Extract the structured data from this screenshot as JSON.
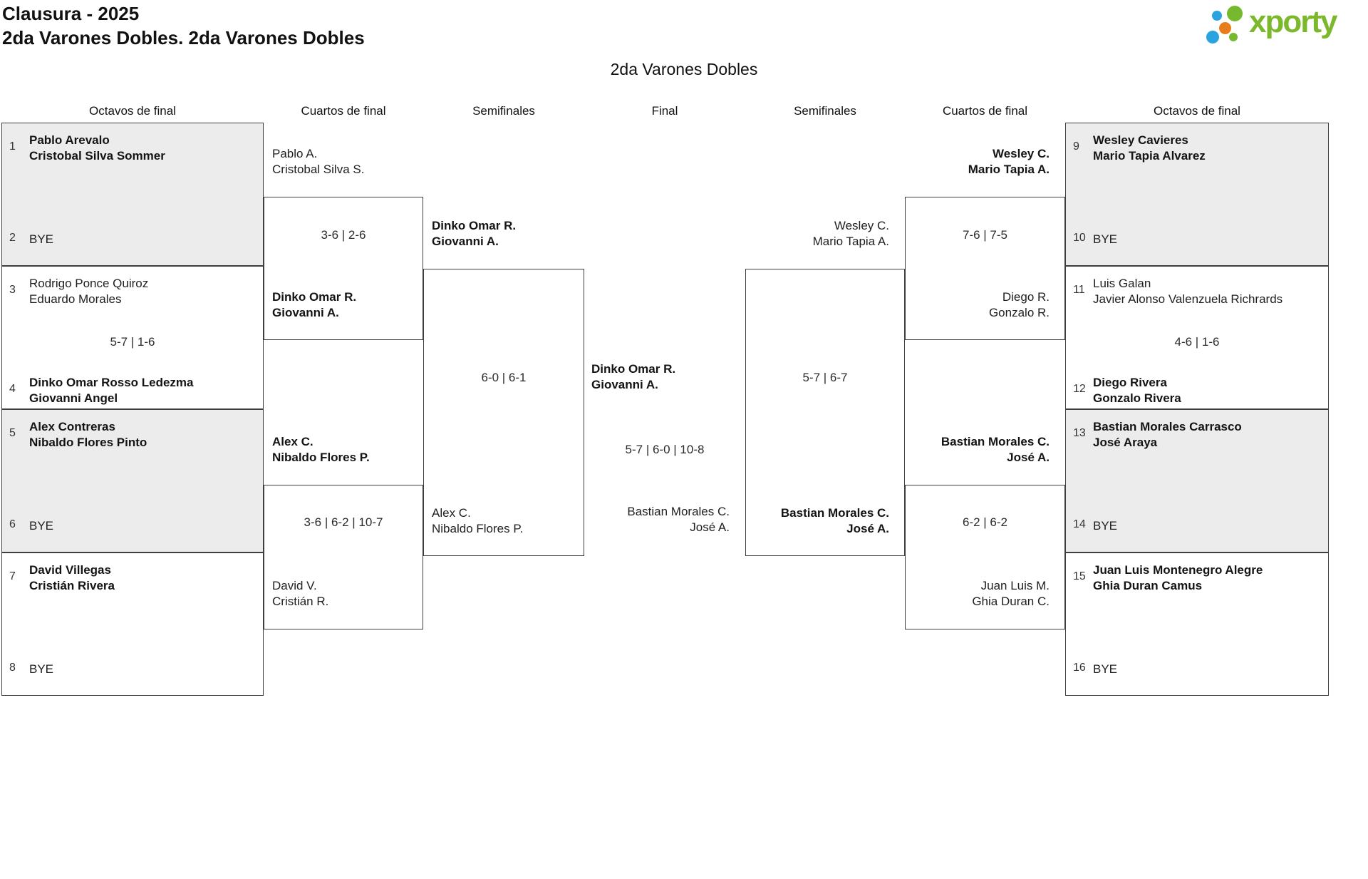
{
  "page": {
    "title_line1": "Clausura - 2025",
    "title_line2": "2da Varones Dobles. 2da Varones Dobles",
    "bracket_title": "2da Varones Dobles",
    "logo": {
      "text": "xporty"
    }
  },
  "rounds": [
    "Octavos de final",
    "Cuartos de final",
    "Semifinales",
    "Final",
    "Semifinales",
    "Cuartos de final",
    "Octavos de final"
  ],
  "colors": {
    "logo_green": "#76b82e",
    "logo_orange": "#e87d1e",
    "logo_blue": "#29a4df",
    "box_gray": "#ececec",
    "line": "#3f3f3f"
  },
  "bracket": {
    "octavos_left": [
      {
        "seed1": "1",
        "team1": [
          "Pablo Arevalo",
          "Cristobal Silva Sommer"
        ],
        "team1_winner": true,
        "score": "",
        "seed2": "2",
        "team2": [
          "BYE"
        ],
        "team2_winner": false
      },
      {
        "seed1": "3",
        "team1": [
          "Rodrigo Ponce Quiroz",
          "Eduardo Morales"
        ],
        "team1_winner": false,
        "score": "5-7 | 1-6",
        "seed2": "4",
        "team2": [
          "Dinko Omar Rosso Ledezma",
          "Giovanni Angel"
        ],
        "team2_winner": true
      },
      {
        "seed1": "5",
        "team1": [
          "Alex Contreras",
          "Nibaldo Flores Pinto"
        ],
        "team1_winner": true,
        "score": "",
        "seed2": "6",
        "team2": [
          "BYE"
        ],
        "team2_winner": false
      },
      {
        "seed1": "7",
        "team1": [
          "David Villegas",
          "Cristián Rivera"
        ],
        "team1_winner": true,
        "score": "",
        "seed2": "8",
        "team2": [
          "BYE"
        ],
        "team2_winner": false
      }
    ],
    "octavos_right": [
      {
        "seed1": "9",
        "team1": [
          "Wesley Cavieres",
          "Mario Tapia Alvarez"
        ],
        "team1_winner": true,
        "score": "",
        "seed2": "10",
        "team2": [
          "BYE"
        ],
        "team2_winner": false
      },
      {
        "seed1": "11",
        "team1": [
          "Luis Galan",
          "Javier Alonso Valenzuela Richrards"
        ],
        "team1_winner": false,
        "score": "4-6 | 1-6",
        "seed2": "12",
        "team2": [
          "Diego Rivera",
          "Gonzalo Rivera"
        ],
        "team2_winner": true
      },
      {
        "seed1": "13",
        "team1": [
          "Bastian Morales Carrasco",
          "José Araya"
        ],
        "team1_winner": true,
        "score": "",
        "seed2": "14",
        "team2": [
          "BYE"
        ],
        "team2_winner": false
      },
      {
        "seed1": "15",
        "team1": [
          "Juan Luis Montenegro Alegre",
          "Ghia Duran Camus"
        ],
        "team1_winner": true,
        "score": "",
        "seed2": "16",
        "team2": [
          "BYE"
        ],
        "team2_winner": false
      }
    ],
    "cuartos_left": [
      {
        "team1": [
          "Pablo A.",
          "Cristobal Silva S."
        ],
        "team1_winner": false,
        "score": "3-6 | 2-6",
        "team2": [
          "Dinko Omar R.",
          "Giovanni A."
        ],
        "team2_winner": true
      },
      {
        "team1": [
          "Alex C.",
          "Nibaldo Flores P."
        ],
        "team1_winner": true,
        "score": "3-6 | 6-2 | 10-7",
        "team2": [
          "David V.",
          "Cristián R."
        ],
        "team2_winner": false
      }
    ],
    "cuartos_right": [
      {
        "team1": [
          "Wesley C.",
          "Mario Tapia A."
        ],
        "team1_winner": true,
        "score": "7-6 | 7-5",
        "team2": [
          "Diego R.",
          "Gonzalo R."
        ],
        "team2_winner": false
      },
      {
        "team1": [
          "Bastian Morales C.",
          "José A."
        ],
        "team1_winner": true,
        "score": "6-2 | 6-2",
        "team2": [
          "Juan Luis M.",
          "Ghia Duran C."
        ],
        "team2_winner": false
      }
    ],
    "semifinal_left": {
      "team1": [
        "Dinko Omar R.",
        "Giovanni A."
      ],
      "team1_winner": true,
      "score": "6-0 | 6-1",
      "team2": [
        "Alex C.",
        "Nibaldo Flores P."
      ],
      "team2_winner": false
    },
    "semifinal_right": {
      "team1": [
        "Wesley C.",
        "Mario Tapia A."
      ],
      "team1_winner": false,
      "score": "5-7 | 6-7",
      "team2": [
        "Bastian Morales C.",
        "José A."
      ],
      "team2_winner": true
    },
    "final": {
      "team1": [
        "Dinko Omar R.",
        "Giovanni A."
      ],
      "team1_winner": true,
      "score": "5-7 | 6-0 | 10-8",
      "team2": [
        "Bastian Morales C.",
        "José A."
      ],
      "team2_winner": false
    }
  }
}
